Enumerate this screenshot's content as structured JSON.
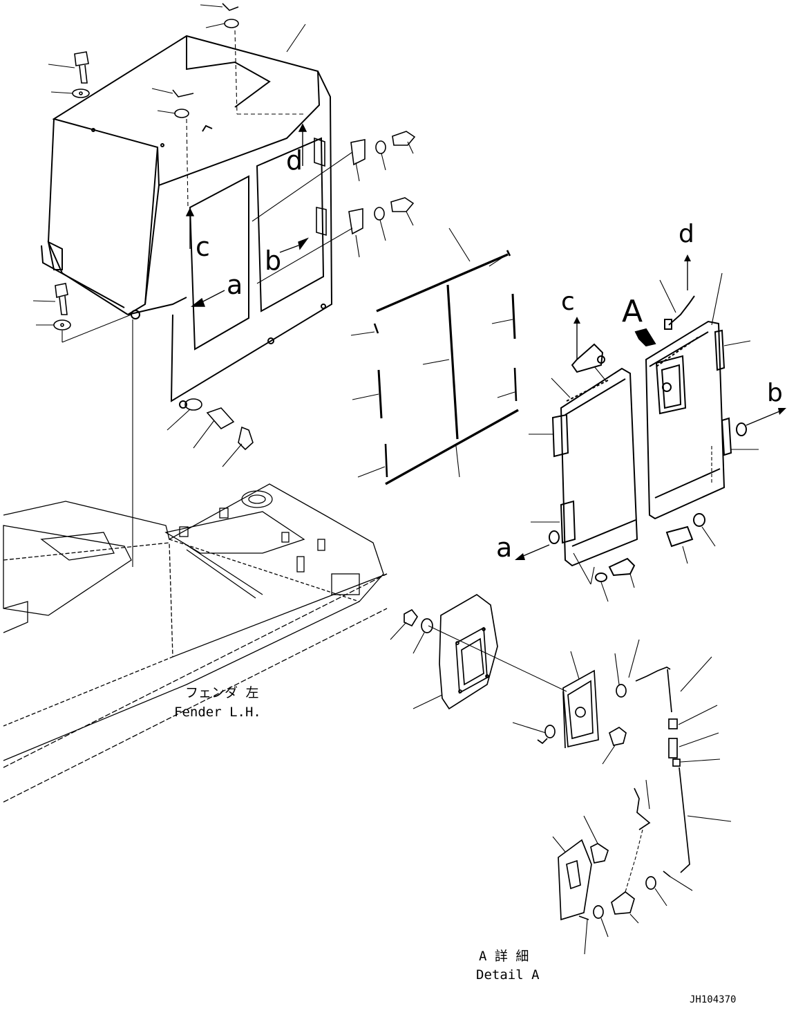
{
  "fender": {
    "label_ja": "フェンダ 左",
    "label_en": "Fender L.H."
  },
  "detail": {
    "label_ja": "A 詳 細",
    "label_en": "Detail A"
  },
  "view_marker": "A",
  "connectors": {
    "a": "a",
    "b": "b",
    "c": "c",
    "d": "d"
  },
  "drawing_number": "JH104370",
  "colors": {
    "line": "#000000",
    "background": "#ffffff"
  }
}
